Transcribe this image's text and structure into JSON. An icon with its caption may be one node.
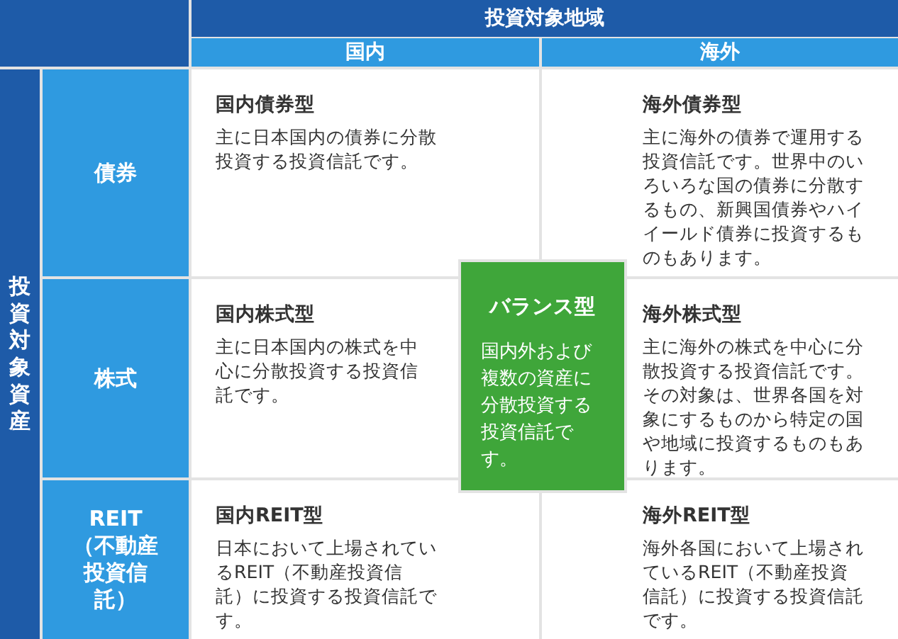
{
  "diagram": {
    "nodes": [
      {
        "text": [
          "投資対象地域"
        ]
      },
      {
        "text": [
          "国内"
        ]
      },
      {
        "text": [
          "海外"
        ]
      },
      {
        "text": [
          "投資対象資産"
        ]
      },
      {
        "text": [
          "債券"
        ]
      },
      {
        "text": [
          "国内債券型",
          "主に日本国内の債券に分散投資する投資信託です。"
        ]
      },
      {
        "text": [
          "海外債券型",
          "主に海外の債券で運用する投資信託です。世界中のいろいろな国の債券に分散するもの、新興国債券やハイイールド債券に投資するものもあります。"
        ]
      },
      {
        "text": [
          "株式"
        ]
      },
      {
        "text": [
          "国内株式型",
          "主に日本国内の株式を中心に分散投資する投資信託です。"
        ]
      },
      {
        "text": [
          "バランス型",
          "国内外および複数の資産に分散投資する投資信託です。"
        ]
      },
      {
        "text": [
          "海外株式型",
          "主に海外の株式を中心に分散投資する投資信託です。その対象は、世界各国を対象にするものから特定の国や地域に投資するものもあります。"
        ]
      },
      {
        "text": [
          "REIT（不動産投資信託）"
        ]
      },
      {
        "text": [
          "国内REIT型",
          "日本において上場されているREIT（不動産投資信託）に投資する投資信託です。"
        ]
      },
      {
        "text": [
          "海外REIT型",
          "海外各国において上場されているREIT（不動産投資信託）に投資する投資信託です。"
        ]
      }
    ]
  }
}
